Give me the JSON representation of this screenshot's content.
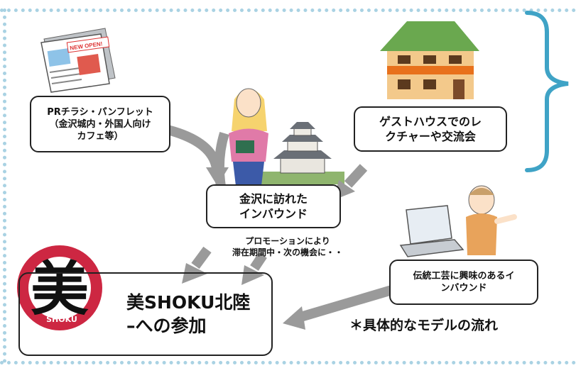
{
  "boxes": {
    "flyer": "PRチラシ・パンフレット\n（金沢城内・外国人向け\nカフェ等）",
    "guesthouse": "ゲストハウスでのレ\nクチャーや交流会",
    "visitor": "金沢に訪れた\nインバウンド",
    "crafts": "伝統工芸に興味のあるイ\nンバウンド",
    "goal": "美SHOKU北陸\n–への参加"
  },
  "promotion_note": "プロモーションにより\n滞在期間中・次の機会に・・",
  "caption": "＊具体的なモデルの流れ",
  "newspaper_badge": "NEW OPEN!",
  "logo": {
    "kanji": "美",
    "text": "SHOKU"
  },
  "colors": {
    "frame": "#a9d2e3",
    "brace": "#3fa3c6",
    "arrow": "#9a9a9a",
    "logo_red": "#c8102e",
    "house_roof": "#6aa84f",
    "house_wall": "#f3c98b",
    "house_band": "#e8711c"
  },
  "icons": [
    "newspaper-icon",
    "house-icon",
    "tourist-woman-icon",
    "castle-icon",
    "laptop-icon",
    "old-man-icon",
    "bishoku-logo"
  ]
}
